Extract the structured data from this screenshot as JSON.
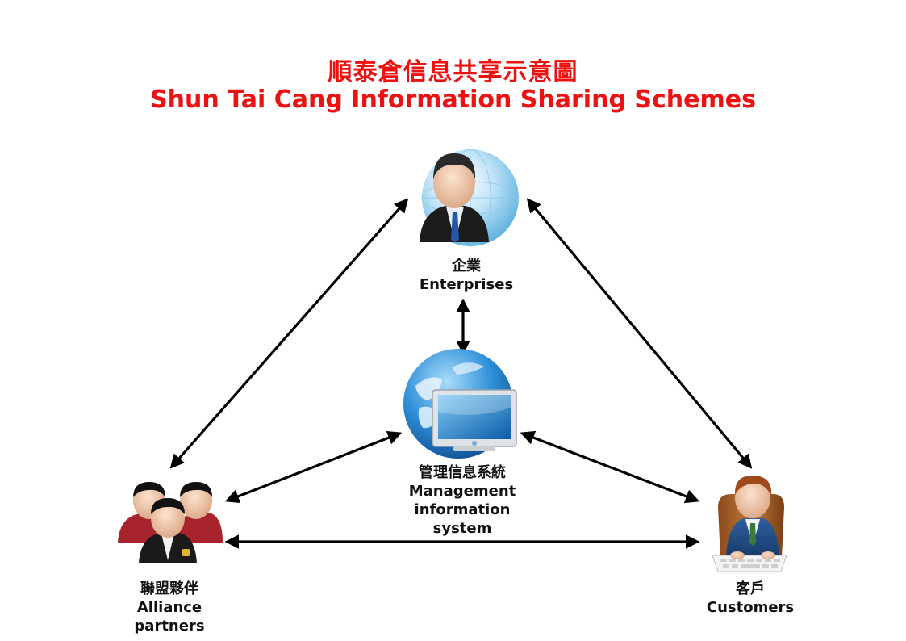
{
  "title": {
    "zh": "順泰倉信息共享示意圖",
    "en": "Shun Tai Cang Information Sharing Schemes"
  },
  "nodes": {
    "enterprises": {
      "zh": "企業",
      "en": "Enterprises",
      "icon": "businessman-globe-icon"
    },
    "mis": {
      "zh": "管理信息系統",
      "en_line1": "Management",
      "en_line2": "information",
      "en_line3": "system",
      "icon": "computer-globe-icon"
    },
    "alliance": {
      "zh": "聯盟夥伴",
      "en_line1": "Alliance",
      "en_line2": "partners",
      "icon": "partners-group-icon"
    },
    "customers": {
      "zh": "客戶",
      "en": "Customers",
      "icon": "customer-at-keyboard-icon"
    }
  },
  "colors": {
    "title": "#ee1111",
    "arrow": "#000000",
    "label": "#111111"
  }
}
